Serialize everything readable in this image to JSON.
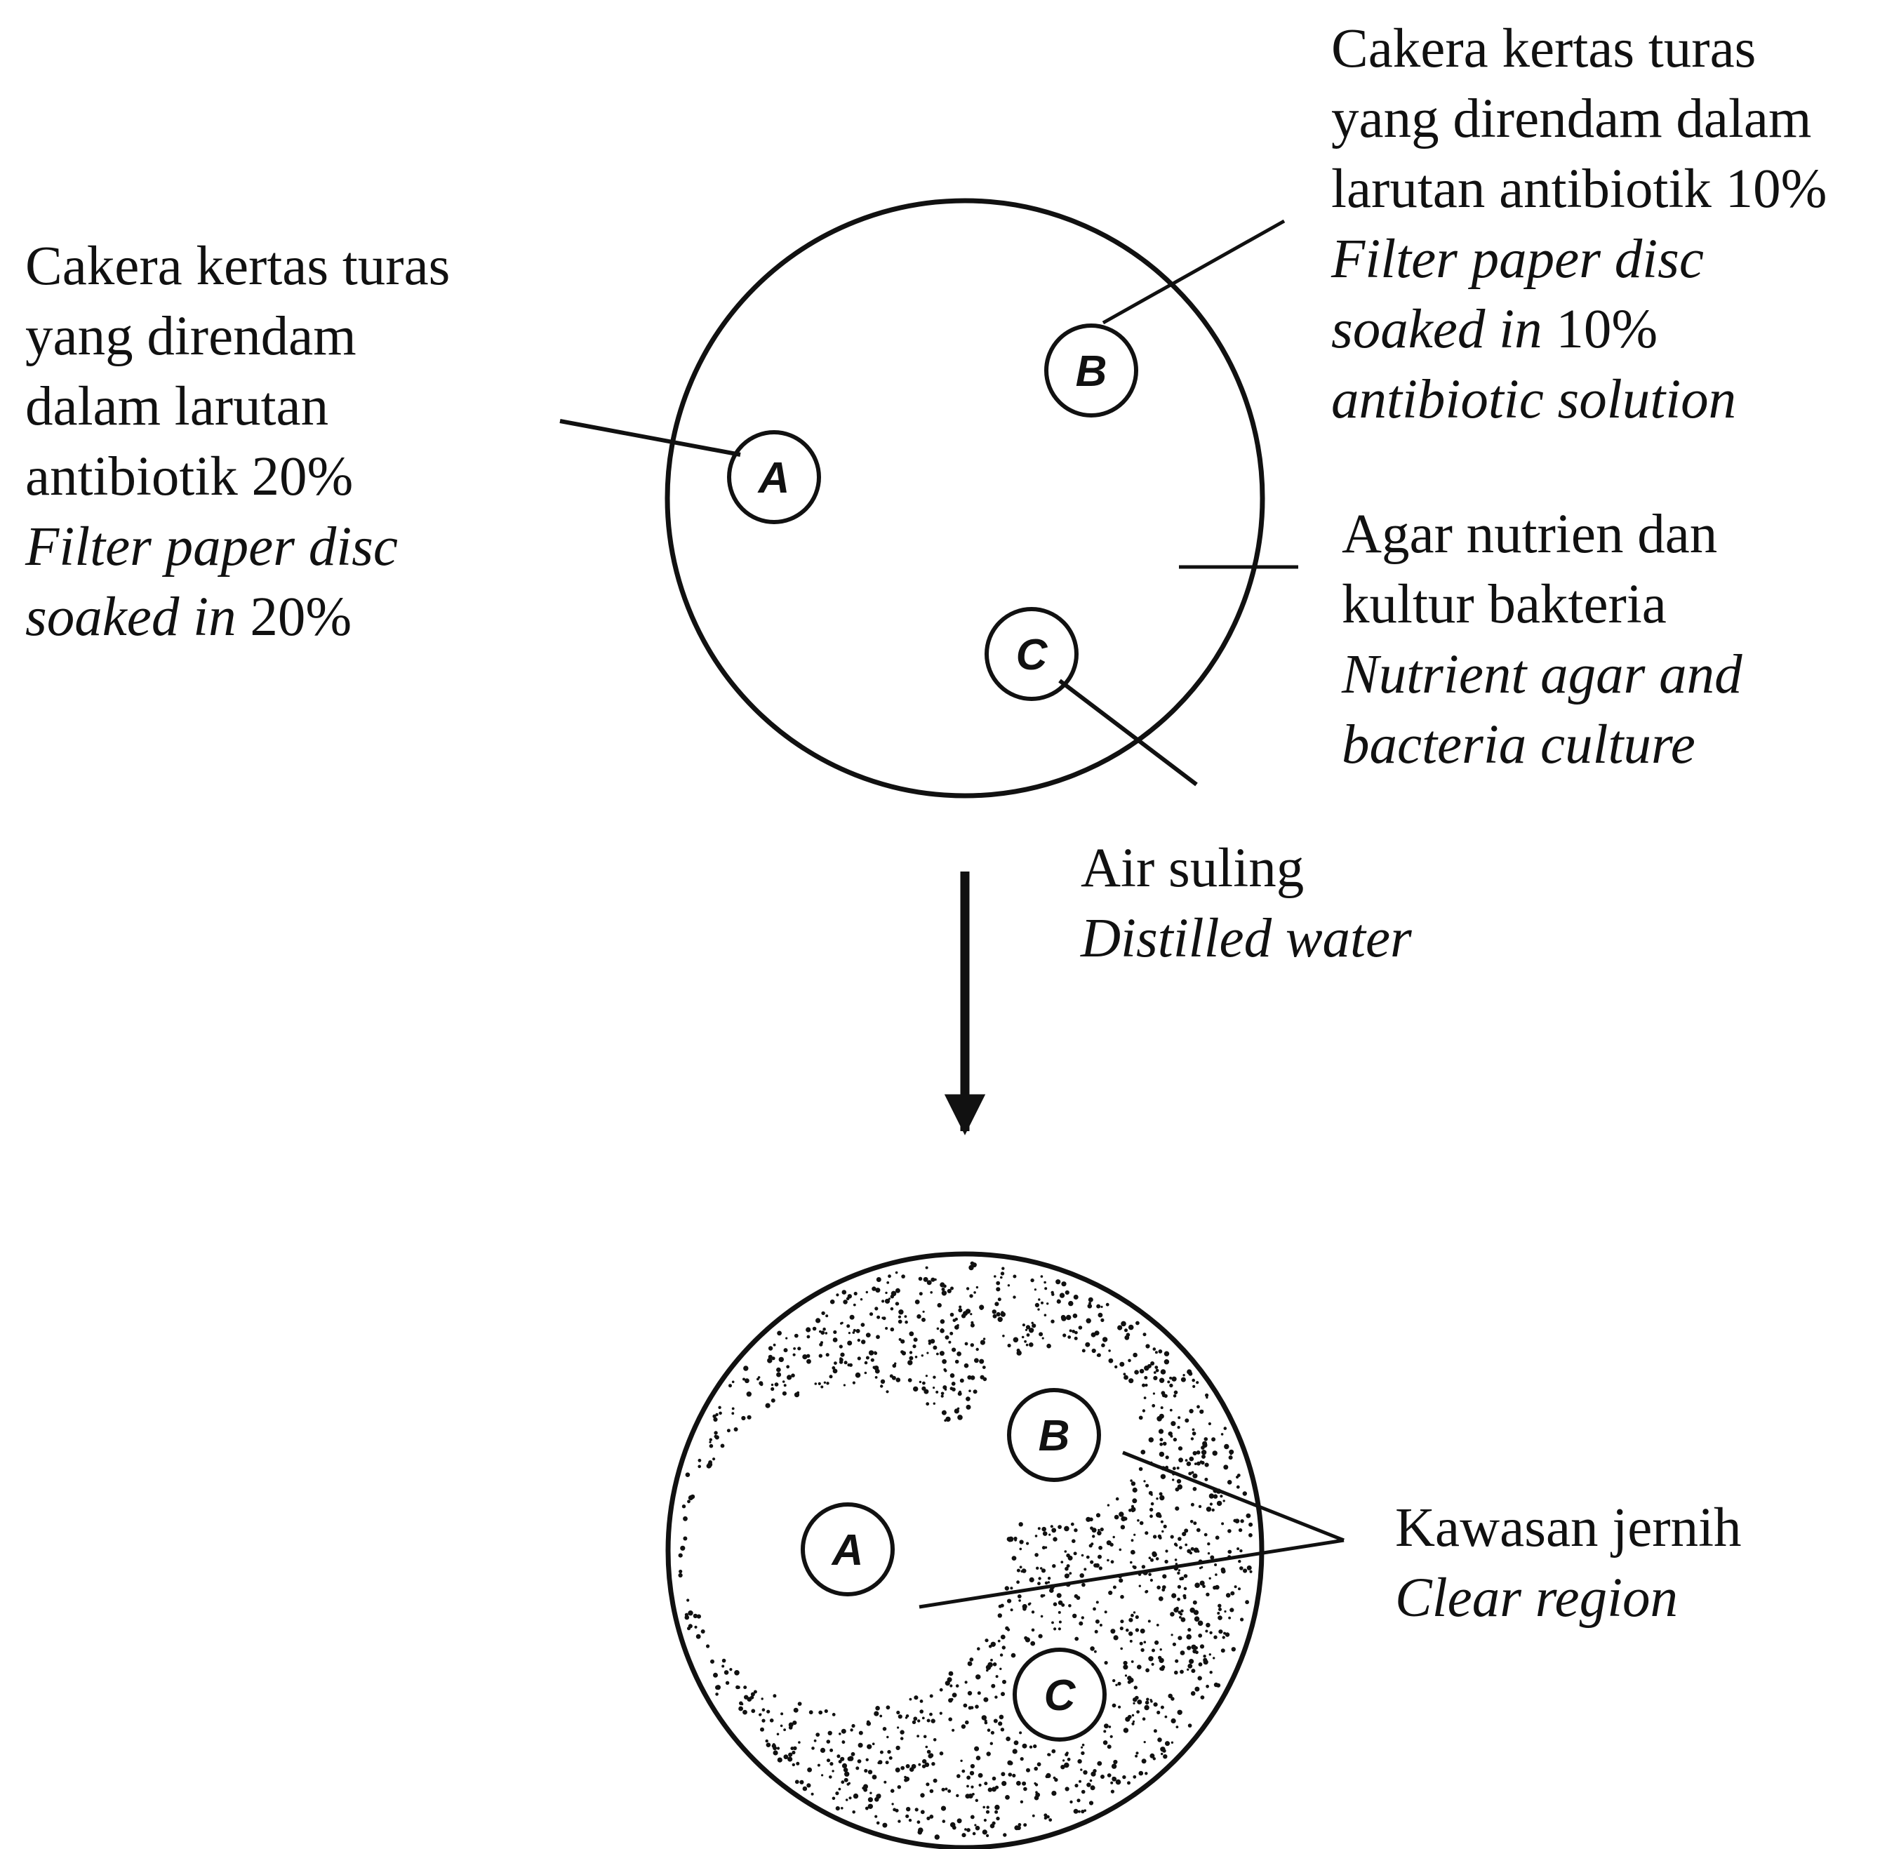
{
  "discs": {
    "a": "A",
    "b": "B",
    "c": "C"
  },
  "labels": {
    "disc_a": {
      "lines": [
        "Cakera kertas turas",
        "yang direndam",
        "dalam larutan",
        "antibiotik 20%"
      ],
      "en_line1": "Filter paper disc",
      "en_line2_italic": "soaked in",
      "en_line2_plain": " 20%"
    },
    "disc_b": {
      "lines": [
        "Cakera kertas turas",
        "yang direndam dalam",
        "larutan antibiotik 10%"
      ],
      "en_line1": "Filter paper disc",
      "en_line2_italic": "soaked in",
      "en_line2_plain": " 10%",
      "en_line3": "antibiotic solution"
    },
    "agar": {
      "ms_line1": "Agar nutrien dan",
      "ms_line2": "kultur bakteria",
      "en_line1": "Nutrient agar and",
      "en_line2": "bacteria culture"
    },
    "disc_c": {
      "ms": "Air suling",
      "en": "Distilled water"
    },
    "clear_region": {
      "ms": "Kawasan jernih",
      "en": "Clear region"
    }
  },
  "colors": {
    "ink": "#111111",
    "background": "#ffffff"
  }
}
